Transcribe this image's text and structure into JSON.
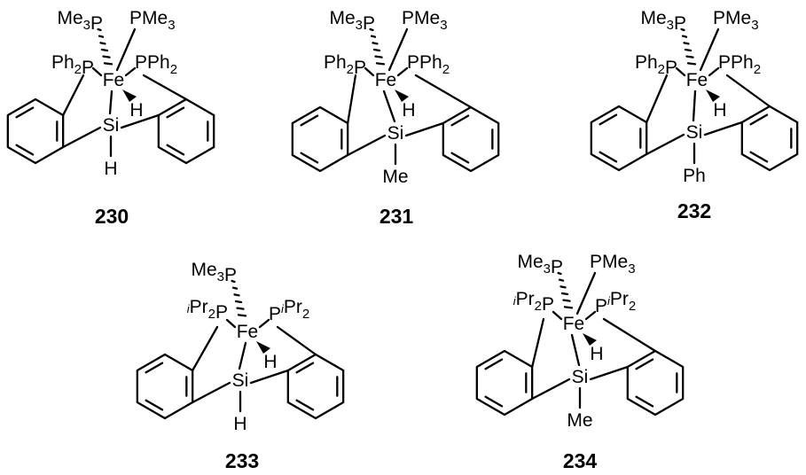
{
  "molecules": [
    {
      "id": "230",
      "top": "Me3P",
      "topRight": "PMe3",
      "left": "Ph2P",
      "right": "PPh2",
      "center": "Fe",
      "hydride": "H",
      "si": "Si",
      "bottom": "H"
    },
    {
      "id": "231",
      "top": "Me3P",
      "topRight": "PMe3",
      "left": "Ph2P",
      "right": "PPh2",
      "center": "Fe",
      "hydride": "H",
      "si": "Si",
      "bottom": "Me"
    },
    {
      "id": "232",
      "top": "Me3P",
      "topRight": "PMe3",
      "left": "Ph2P",
      "right": "PPh2",
      "center": "Fe",
      "hydride": "H",
      "si": "Si",
      "bottom": "Ph"
    },
    {
      "id": "233",
      "top": "Me3P",
      "left": "iPr2P",
      "right": "PiPr2",
      "center": "Fe",
      "hydride": "H",
      "si": "Si",
      "bottom": "H"
    },
    {
      "id": "234",
      "top": "Me3P",
      "topRight": "PMe3",
      "left": "iPr2P",
      "right": "PiPr2",
      "center": "Fe",
      "hydride": "H",
      "si": "Si",
      "bottom": "Me"
    }
  ]
}
